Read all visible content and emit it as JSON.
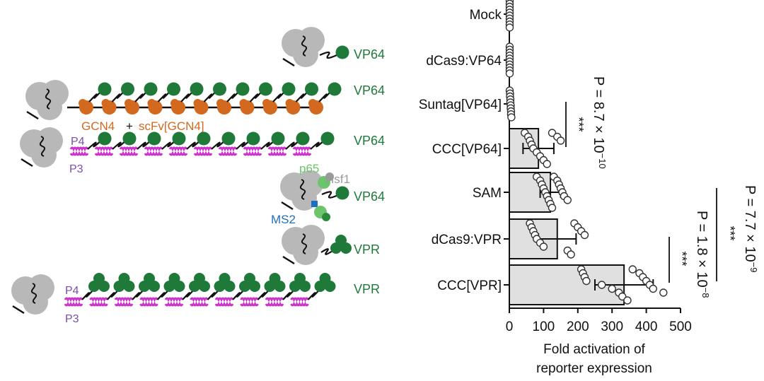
{
  "schematic": {
    "constructs": [
      {
        "effector_label": "VP64"
      },
      {
        "effector_label": "VP64",
        "labels": [
          "GCN4",
          "+",
          "scFv[GCN4]"
        ]
      },
      {
        "effector_label": "VP64",
        "labels": [
          "P4",
          "P3"
        ]
      },
      {
        "effector_label": "VP64",
        "labels": [
          "p65",
          "Hsf1",
          "MS2"
        ]
      },
      {
        "effector_label": "VPR"
      },
      {
        "effector_label": "VPR",
        "labels": [
          "P4",
          "P3"
        ]
      }
    ],
    "colors": {
      "dcas9": "#b8b8b8",
      "vp64": "#1f7a3a",
      "gcn4": "#d2691e",
      "coiled_coil": "#cc33cc",
      "coil_label": "#7a4fb0",
      "p65": "#6cc46c",
      "hsf1": "#9a9a9a",
      "ms2": "#1f6fbf"
    }
  },
  "chart_data": {
    "type": "bar",
    "orientation": "horizontal",
    "categories": [
      "Mock",
      "dCas9:VP64",
      "Suntag[VP64]",
      "CCC[VP64]",
      "SAM",
      "dCas9:VPR",
      "CCC[VPR]"
    ],
    "values": [
      1,
      1,
      3,
      85,
      120,
      140,
      335
    ],
    "errors": [
      0,
      0,
      0,
      45,
      30,
      55,
      85
    ],
    "points": [
      [
        1,
        1,
        1,
        1,
        1,
        1,
        1,
        1,
        1,
        1
      ],
      [
        1,
        1,
        1,
        1,
        1,
        1,
        1,
        1,
        1,
        1
      ],
      [
        1,
        2,
        2,
        3,
        3,
        4,
        4,
        5,
        5,
        6
      ],
      [
        45,
        55,
        60,
        65,
        70,
        80,
        90,
        100,
        110,
        125,
        140,
        150
      ],
      [
        80,
        90,
        95,
        100,
        105,
        110,
        115,
        120,
        125,
        130,
        140,
        145,
        150,
        155,
        160,
        170
      ],
      [
        60,
        65,
        70,
        75,
        80,
        90,
        100,
        170,
        180,
        190,
        200,
        210,
        220
      ],
      [
        210,
        215,
        220,
        225,
        270,
        300,
        320,
        330,
        345,
        360,
        380,
        390,
        400,
        410,
        420,
        450
      ]
    ],
    "xlabel": [
      "Fold activation of",
      "reporter expression"
    ],
    "xticks": [
      "0",
      "100",
      "200",
      "300",
      "400",
      "500"
    ],
    "xlim": [
      0,
      500
    ],
    "bar_color": "#e0e0e0",
    "comparisons": [
      {
        "from": "Suntag[VP64]",
        "to": "CCC[VP64]",
        "stars": "***",
        "p_label": "P = 8.7 × 10",
        "p_exp": "−10"
      },
      {
        "from": "dCas9:VPR",
        "to": "CCC[VPR]",
        "stars": "***",
        "p_label": "P = 1.8 × 10",
        "p_exp": "−8"
      },
      {
        "from": "SAM",
        "to": "CCC[VPR]",
        "stars": "***",
        "p_label": "P = 7.7 × 10",
        "p_exp": "−9"
      }
    ]
  }
}
